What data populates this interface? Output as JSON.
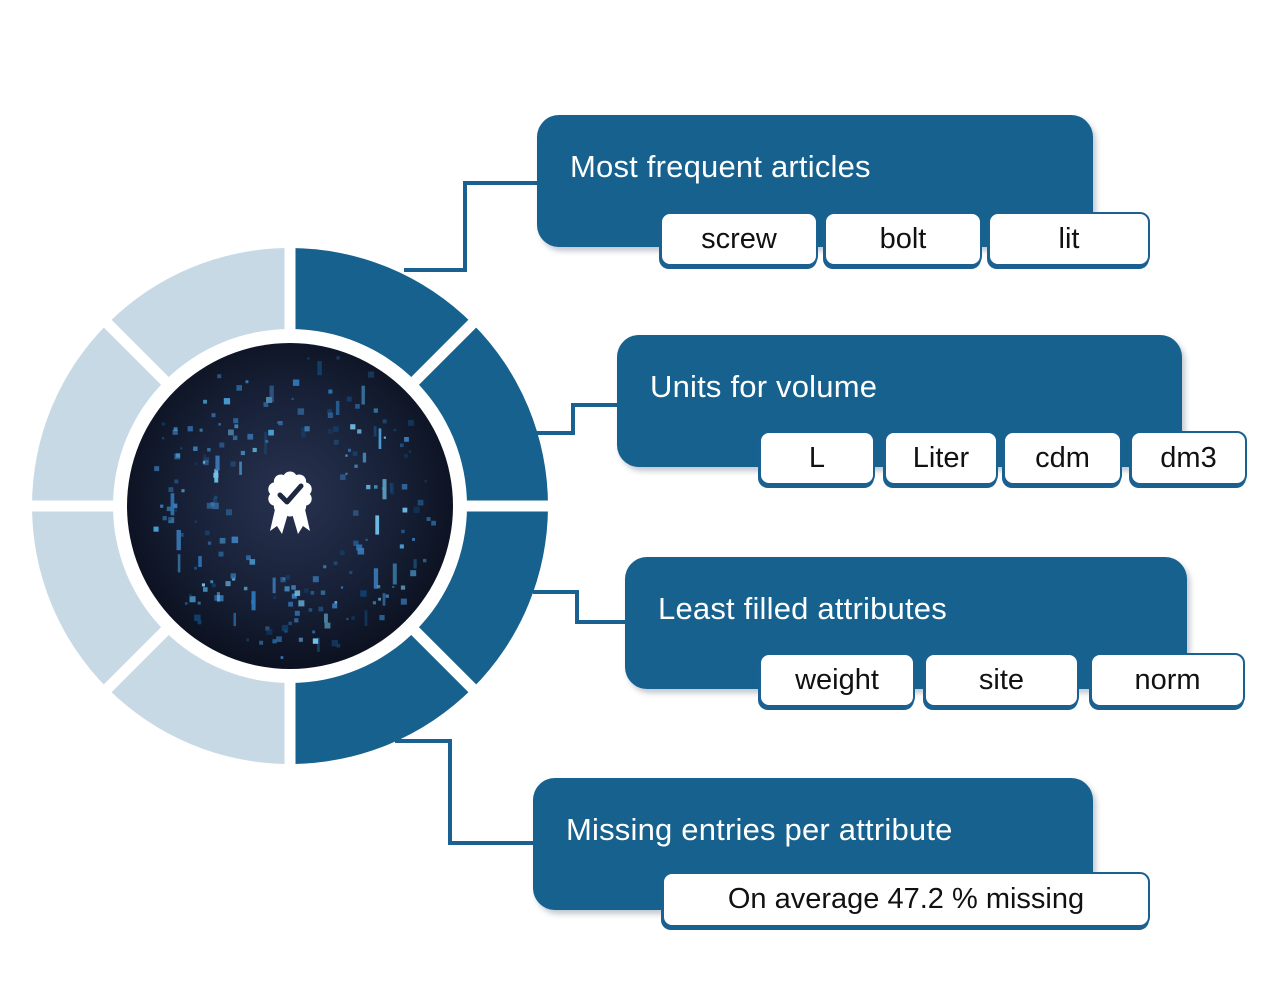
{
  "wheel": {
    "center_icon": "certified-badge-icon",
    "segment_count": 8,
    "segments": [
      {
        "position": "top-right",
        "tone": "dark"
      },
      {
        "position": "right-upper",
        "tone": "dark"
      },
      {
        "position": "right-lower",
        "tone": "dark"
      },
      {
        "position": "bottom-right",
        "tone": "dark"
      },
      {
        "position": "bottom-left",
        "tone": "light"
      },
      {
        "position": "left-lower",
        "tone": "light"
      },
      {
        "position": "left-upper",
        "tone": "light"
      },
      {
        "position": "top-left",
        "tone": "light"
      }
    ]
  },
  "callouts": [
    {
      "title": "Most frequent articles",
      "tags": [
        "screw",
        "bolt",
        "lit"
      ]
    },
    {
      "title": "Units for volume",
      "tags": [
        "L",
        "Liter",
        "cdm",
        "dm3"
      ]
    },
    {
      "title": "Least filled attributes",
      "tags": [
        "weight",
        "site",
        "norm"
      ]
    },
    {
      "title": "Missing entries per attribute",
      "tags": [
        "On average 47.2 % missing"
      ]
    }
  ],
  "colors": {
    "dark_blue": "#16618e",
    "light_blue": "#c7d9e5",
    "line_blue": "#1a6090",
    "center_navy_inner": "#283351",
    "center_navy_outer": "#070b16",
    "dot_palette": [
      "#1f4e79",
      "#2e75b6",
      "#4aa3d8",
      "#3b7ab8",
      "#70c1e8",
      "#12406b"
    ]
  }
}
